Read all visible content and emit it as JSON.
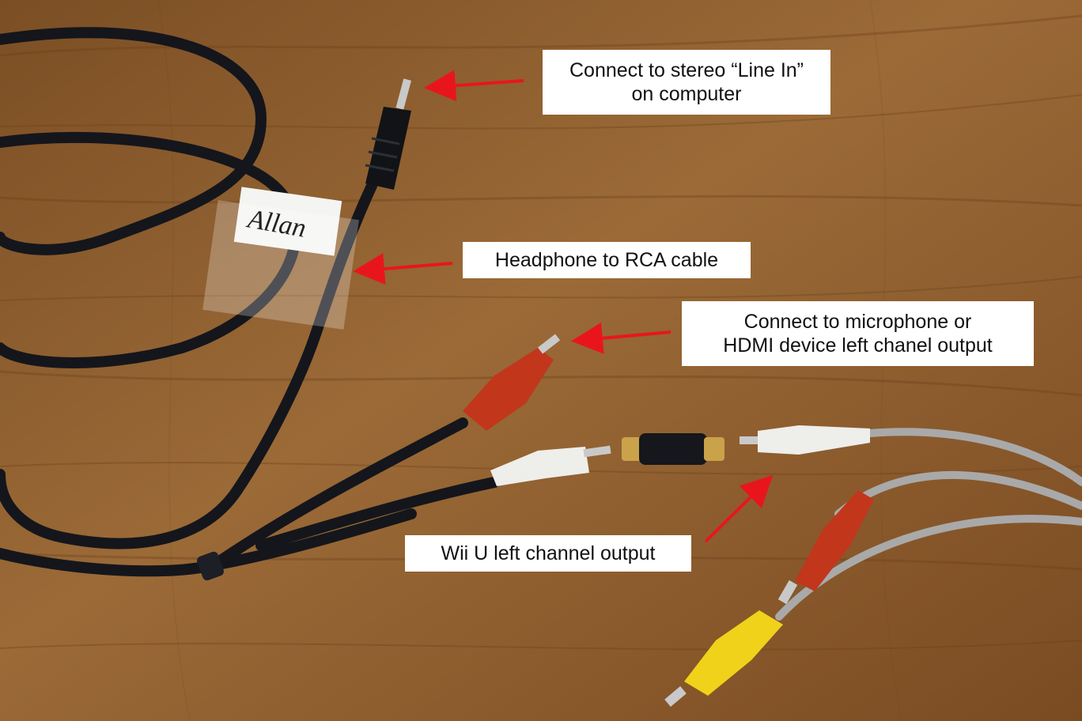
{
  "callouts": {
    "line_in": {
      "line1": "Connect to stereo “Line In”",
      "line2": "on computer"
    },
    "headphone_rca": {
      "line1": "Headphone to RCA cable"
    },
    "microphone_hdmi": {
      "line1": "Connect to microphone or",
      "line2": "HDMI device left chanel output"
    },
    "wii_u": {
      "line1": "Wii U left channel output"
    }
  },
  "cable_tag": {
    "text": "Allan"
  },
  "colors": {
    "arrow": "#e8161c",
    "wood": "#8a5a2c",
    "cable_black": "#14161c",
    "cable_gray": "#a9a9a9",
    "plug_red": "#c2361c",
    "plug_white": "#eeeeea",
    "plug_yellow": "#f0d21a",
    "metal": "#c9c9c9"
  }
}
